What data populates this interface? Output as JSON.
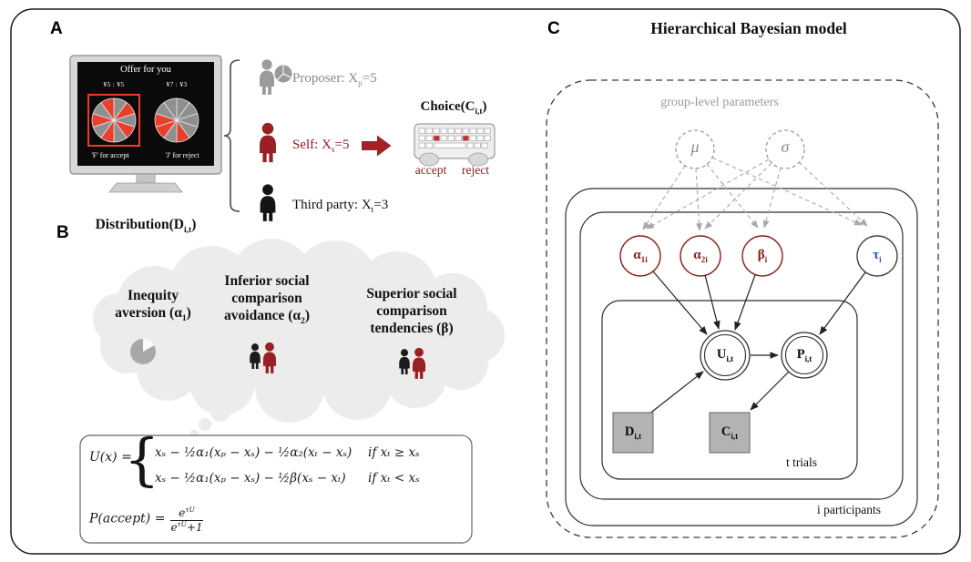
{
  "colors": {
    "accent_red": "#8f1d22",
    "pie_red": "#e8402c",
    "tau_blue": "#2456c4",
    "param_red": "#8b2020",
    "gray_text": "#8a8a8a",
    "cloud_gray": "#ececec",
    "square_gray": "#b3b3b3"
  },
  "panelA": {
    "label": "A",
    "monitor": {
      "offer_title": "Offer for you",
      "left_ratio": "¥5 : ¥5",
      "right_ratio": "¥7 : ¥3",
      "accept_key": "'F' for accept",
      "reject_key": "'J' for reject"
    },
    "distribution": {
      "pre": "Distribution(D",
      "sub": "i,t",
      "post": ")"
    },
    "proposer": {
      "pre": "Proposer: X",
      "sub": "p",
      "post": "=5"
    },
    "self": {
      "pre": "Self: X",
      "sub": "s",
      "post": "=5"
    },
    "third": {
      "pre": "Third party: X",
      "sub": "t",
      "post": "=3"
    },
    "choice": {
      "pre": "Choice(C",
      "sub": "i,t",
      "post": ")"
    },
    "accept": "accept",
    "reject": "reject"
  },
  "panelB": {
    "label": "B",
    "concept1": {
      "line1": "Inequity",
      "line2_pre": "aversion (α",
      "line2_sub": "1",
      "line2_post": ")"
    },
    "concept2": {
      "line1": "Inferior social",
      "line2": "comparison",
      "line3_pre": "avoidance (α",
      "line3_sub": "2",
      "line3_post": ")"
    },
    "concept3": {
      "line1": "Superior social",
      "line2": "comparison",
      "line3": "tendencies (β)"
    },
    "formula": {
      "u_lhs": "U(x) =",
      "brace": "{",
      "case1_expr": "xₛ − ½α₁(xₚ − xₛ) − ½α₂(xₜ − xₛ)",
      "case1_cond": "if xₜ ≥ xₛ",
      "case2_expr": "xₛ − ½α₁(xₚ − xₛ) − ½β(xₛ − xₜ)",
      "case2_cond": "if xₜ < xₛ",
      "p_lhs": "P(accept) =",
      "num_base": "e",
      "num_exp": "τU",
      "den_base": "e",
      "den_exp": "τU",
      "den_tail": "+1"
    }
  },
  "panelC": {
    "label": "C",
    "title": "Hierarchical Bayesian model",
    "group_label": "group-level parameters",
    "mu": "μ",
    "sigma": "σ",
    "params": [
      {
        "base": "α",
        "sub": "1i"
      },
      {
        "base": "α",
        "sub": "2i"
      },
      {
        "base": "β",
        "sub": "i"
      },
      {
        "base": "τ",
        "sub": "i"
      }
    ],
    "u_node": {
      "base": "U",
      "sub": "i,t"
    },
    "p_node": {
      "base": "P",
      "sub": "i,t"
    },
    "d_node": {
      "base": "D",
      "sub": "i,t"
    },
    "c_node": {
      "base": "C",
      "sub": "i,t"
    },
    "trials_label": "t trials",
    "participants_label": "i participants"
  }
}
